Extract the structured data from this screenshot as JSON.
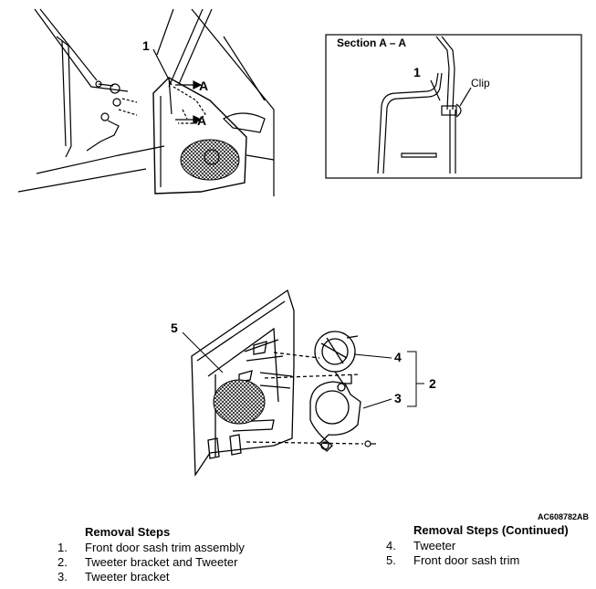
{
  "top_left": {
    "callout_1": "1",
    "arrow_a_upper": "A",
    "arrow_a_lower": "A"
  },
  "section": {
    "title": "Section A – A",
    "callout_1": "1",
    "clip_label": "Clip"
  },
  "exploded": {
    "callout_5": "5",
    "callout_4": "4",
    "callout_3": "3",
    "callout_2": "2"
  },
  "figure_code": "AC608782AB",
  "removal_left": {
    "title": "Removal Steps",
    "steps": [
      {
        "num": "1.",
        "text": "Front door sash trim assembly"
      },
      {
        "num": "2.",
        "text": "Tweeter bracket and Tweeter"
      },
      {
        "num": "3.",
        "text": "Tweeter bracket"
      }
    ]
  },
  "removal_right": {
    "title": "Removal Steps (Continued)",
    "steps": [
      {
        "num": "4.",
        "text": "Tweeter"
      },
      {
        "num": "5.",
        "text": "Front door sash trim"
      }
    ]
  }
}
